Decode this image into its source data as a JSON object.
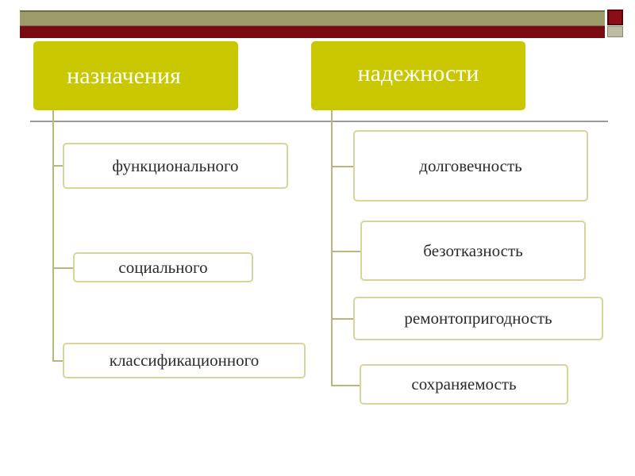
{
  "diagram": {
    "left": {
      "header": "назначения",
      "items": [
        "функционального",
        "социального",
        "классификационного"
      ]
    },
    "right": {
      "header": "надежности",
      "items": [
        "долговечность",
        "безотказность",
        "ремонтопригодность",
        "сохраняемость"
      ]
    }
  },
  "colors": {
    "header_fill": "#c9c800",
    "box_border": "#d7d59a",
    "connector": "#b9b780",
    "top_bar": "#9c9c6a",
    "accent_red": "#7a0a14"
  }
}
